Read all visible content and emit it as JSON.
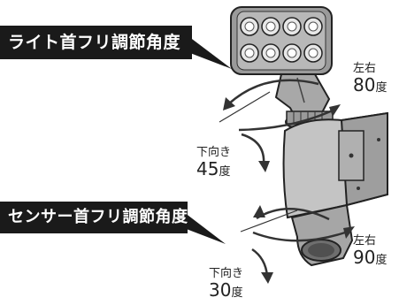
{
  "callouts": {
    "light": "ライト首フリ調節角度",
    "sensor": "センサー首フリ調節角度"
  },
  "light_swing": {
    "lr_label": "左右",
    "lr_value": "80",
    "down_label": "下向き",
    "down_value": "45"
  },
  "sensor_swing": {
    "lr_label": "左右",
    "lr_value": "90",
    "down_label": "下向き",
    "down_value": "30"
  },
  "unit": "度",
  "led_count": 8
}
